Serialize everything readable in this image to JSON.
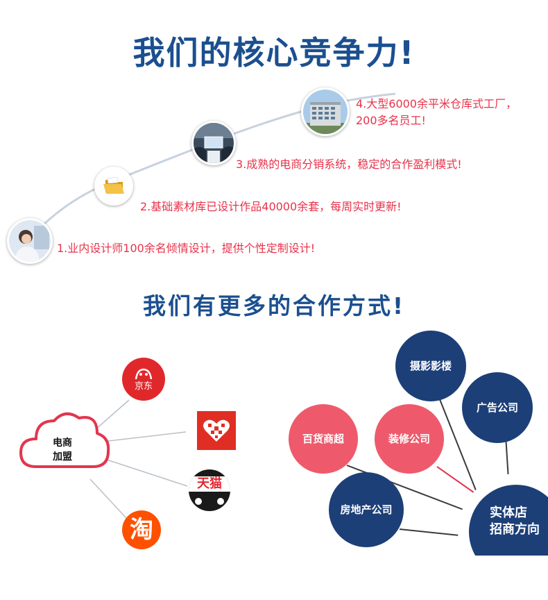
{
  "section1": {
    "title": "我们的核心竞争力!",
    "features": [
      {
        "icon": "office-worker-photo",
        "text": "1.业内设计师100余名倾情设计，提供个性定制设计!"
      },
      {
        "icon": "folder-icon",
        "text": "2.基础素材库已设计作品40000余套，每周实时更新!"
      },
      {
        "icon": "business-meeting-photo",
        "text": "3.成熟的电商分销系统，稳定的合作盈利模式!"
      },
      {
        "icon": "factory-building-photo",
        "line1": "4.大型6000余平米仓库式工厂，",
        "line2": "200多名员工!"
      }
    ]
  },
  "section2": {
    "title": "我们有更多的合作方式!",
    "cloud": {
      "line1": "电商",
      "line2": "加盟"
    },
    "platforms": {
      "jd": "京东",
      "tmall": "天猫",
      "taobao": "淘"
    },
    "bubbles": {
      "photo_studio": "摄影影楼",
      "ad_company": "广告公司",
      "department_store": "百货商超",
      "decoration_company": "装修公司",
      "real_estate": "房地产公司",
      "center_line1": "实体店",
      "center_line2": "招商方向"
    }
  },
  "colors": {
    "title_blue": "#1b4f8f",
    "feature_red": "#e8324a",
    "bubble_blue": "#1d3f78",
    "bubble_pink": "#ee5a6c",
    "jd_red": "#e0282b",
    "pdd_red": "#e02e24",
    "taobao_orange": "#ff5000"
  }
}
